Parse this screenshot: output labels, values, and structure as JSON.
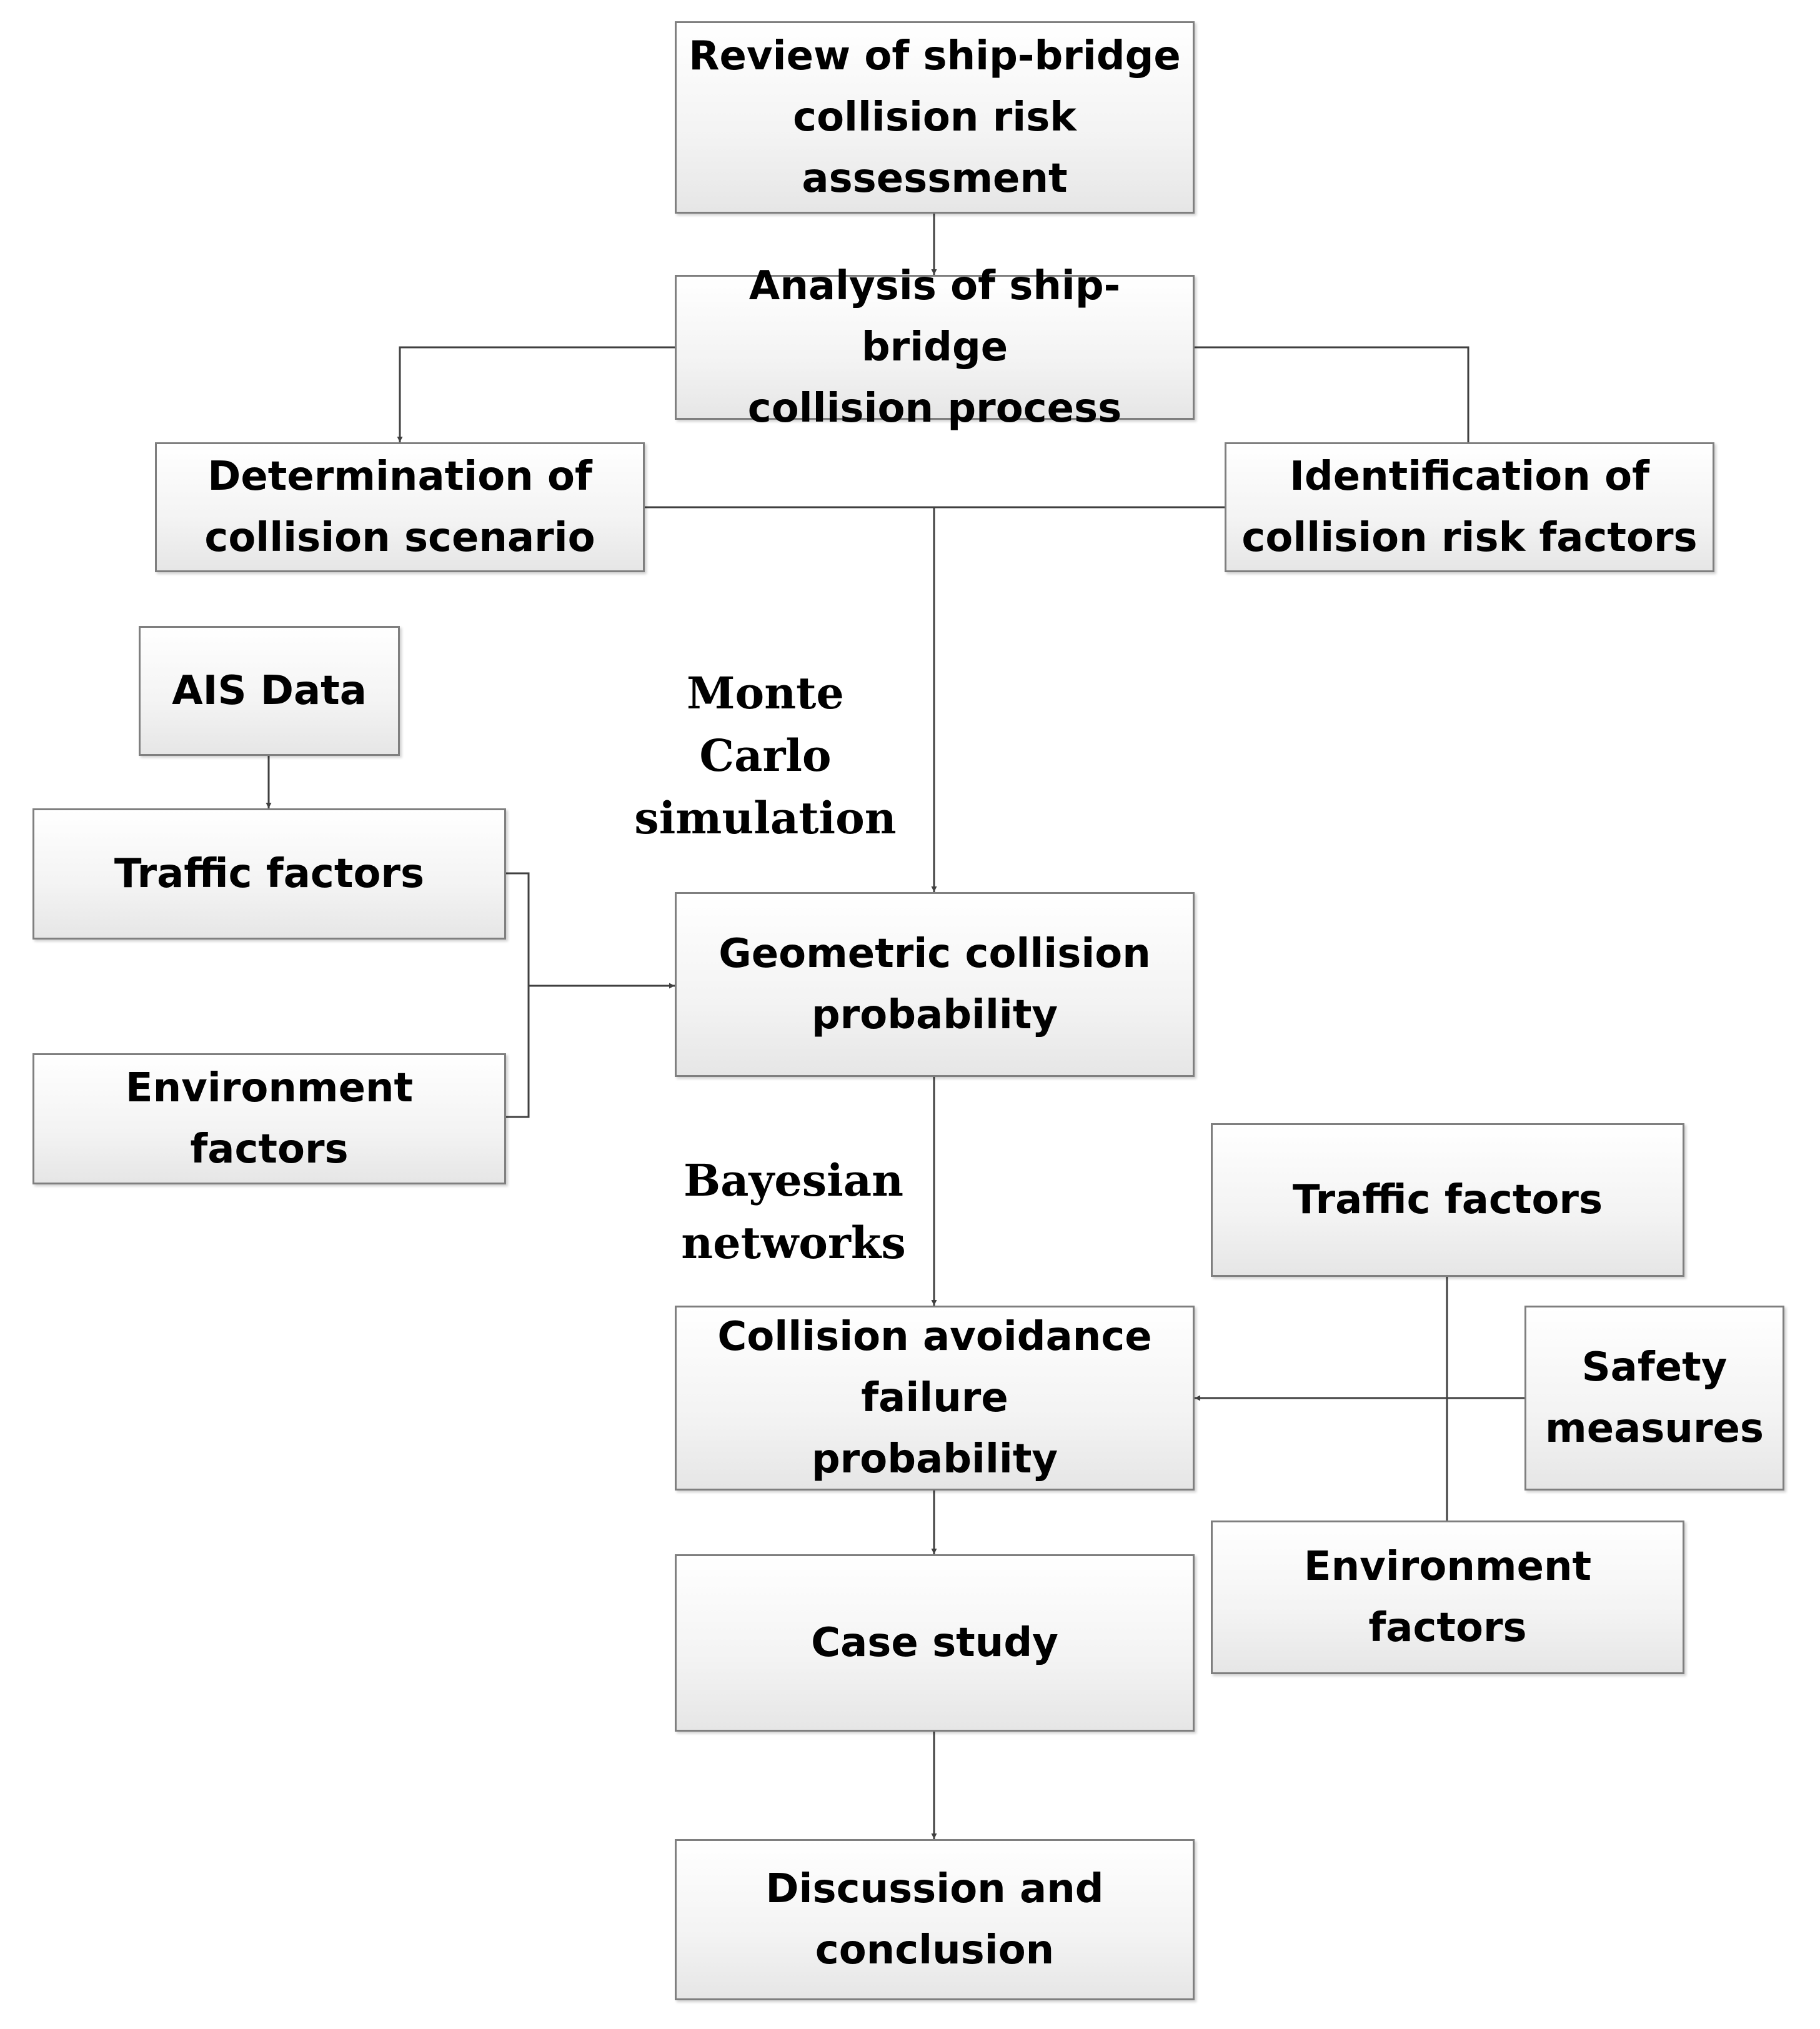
{
  "nodes": {
    "review": "Review of ship-bridge\ncollision risk\nassessment",
    "analysis": "Analysis of ship-bridge\ncollision process",
    "scenario": "Determination of\ncollision scenario",
    "risk_factors": "Identification of\ncollision risk factors",
    "ais": "AIS Data",
    "traffic_left": "Traffic factors",
    "environment_left": "Environment factors",
    "geometric": "Geometric collision\nprobability",
    "avoidance": "Collision avoidance\nfailure\nprobability",
    "case_study": "Case study",
    "discussion": "Discussion and\nconclusion",
    "traffic_right": "Traffic factors",
    "safety": "Safety\nmeasures",
    "environment_right": "Environment  factors"
  },
  "labels": {
    "monte_carlo": "Monte\nCarlo\nsimulation",
    "bayesian": "Bayesian\nnetworks"
  },
  "colors": {
    "border": "#7f7f7f",
    "line": "#404040"
  }
}
